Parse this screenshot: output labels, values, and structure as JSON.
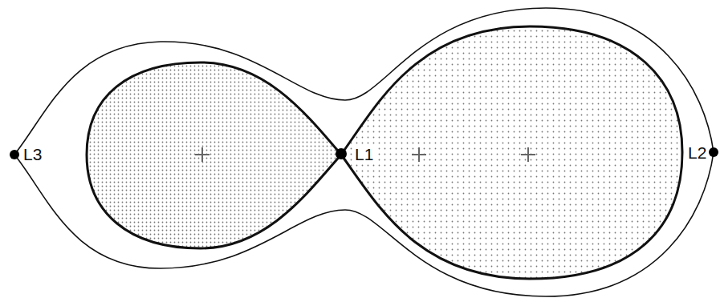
{
  "diagram": {
    "labels": [
      "L3",
      "L1",
      "L2"
    ]
  }
}
